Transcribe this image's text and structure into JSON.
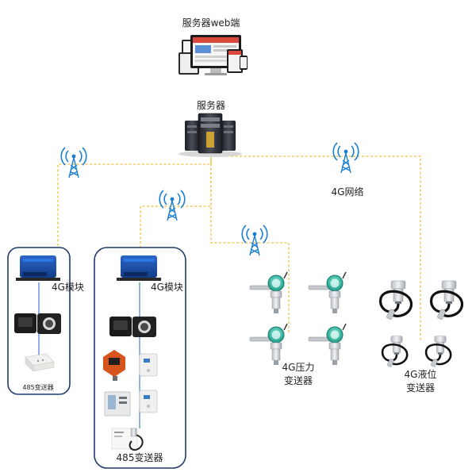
{
  "web_client": {
    "label": "服务器web端"
  },
  "server": {
    "label": "服务器"
  },
  "network": {
    "label": "4G网络"
  },
  "group_left": {
    "module_label": "4G模块",
    "transmitter_label": "485变送器"
  },
  "group_mid": {
    "module_label": "4G模块",
    "transmitter_label": "485变送器"
  },
  "pressure": {
    "label_line1": "4G压力",
    "label_line2": "变送器"
  },
  "level": {
    "label_line1": "4G液位",
    "label_line2": "变送器"
  },
  "colors": {
    "link": "#f0c040",
    "frame": "#1f3a6e",
    "signal": "#1a7fd0",
    "wire": "#3b6fd6"
  }
}
